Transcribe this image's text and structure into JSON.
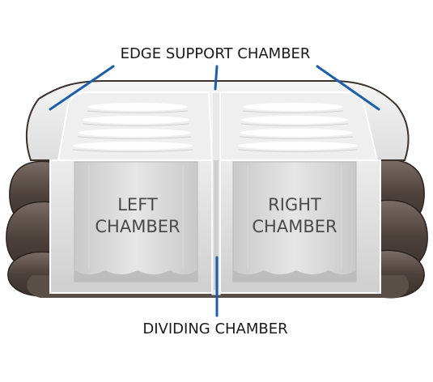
{
  "labels": {
    "edge_support": "EDGE SUPPORT CHAMBER",
    "left_chamber_line1": "LEFT",
    "left_chamber_line2": "CHAMBER",
    "right_chamber_line1": "RIGHT",
    "right_chamber_line2": "CHAMBER",
    "dividing": "DIVIDING CHAMBER"
  },
  "colors": {
    "label_text": "#1a1a1a",
    "chamber_text": "#4a4a4a",
    "leader_line": "#1d5ea8",
    "outer_shell": "#4a3f3b",
    "top_surface": "#ececec",
    "chamber_fill": "#dcdcdc"
  }
}
